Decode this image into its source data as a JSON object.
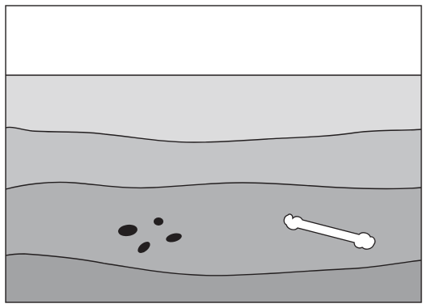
{
  "diagram": {
    "layers": [
      {
        "id": "sky",
        "fill": "#ffffff"
      },
      {
        "id": "top-soil",
        "fill": "#dcdcdd"
      },
      {
        "id": "second-layer",
        "fill": "#c4c5c7"
      },
      {
        "id": "fossil-layer",
        "fill": "#b1b2b4"
      },
      {
        "id": "bottom-layer",
        "fill": "#a2a3a5"
      }
    ],
    "outline_color": "#231f20",
    "fossils": {
      "footprint_color": "#231f20",
      "bone_color": "#ffffff"
    }
  }
}
